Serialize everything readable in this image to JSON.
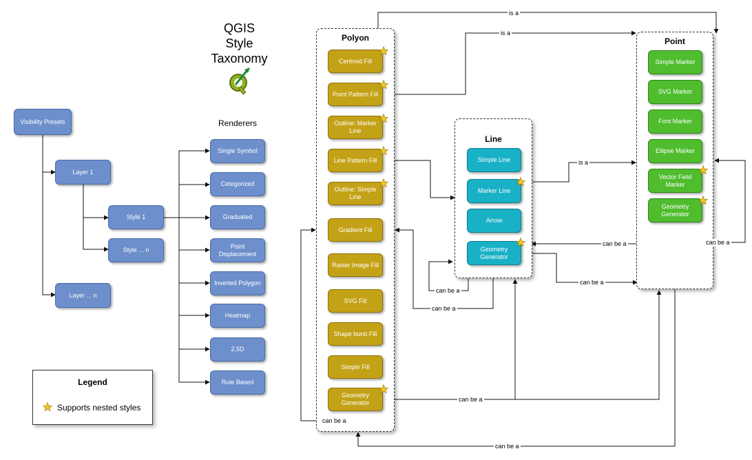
{
  "title_lines": [
    "QGIS",
    "Style",
    "Taxonomy"
  ],
  "logo_icon": "qgis-logo-icon",
  "renderers_heading": "Renderers",
  "hierarchy": {
    "visibility_presets": "Visibility Presets",
    "layer_1": "Layer 1",
    "layer_n": "Layer ... n",
    "style_1": "Style 1",
    "style_n": "Style ... n"
  },
  "renderers": [
    "Single Symbol",
    "Cetegorized",
    "Graduated",
    "Point Displacement",
    "Inverted Polygon",
    "Heatmap",
    "2.5D",
    "Rule Based"
  ],
  "polygon_group": {
    "title": "Polyon",
    "items": [
      "Centroid Fill",
      "Point Pattern Fill",
      "Outline: Marker Line",
      "Line Pattern Fill",
      "Outline: Simple Line",
      "Gradient Fill",
      "Raster Image Fill",
      "SVG Fill",
      "Shape burst Fill",
      "Simple Fill",
      "Geometry Generator"
    ]
  },
  "line_group": {
    "title": "Line",
    "items": [
      "Simple Line",
      "Marker Line",
      "Arrow",
      "Geometry Generator"
    ]
  },
  "point_group": {
    "title": "Point",
    "items": [
      "Simple Marker",
      "SVG Marker",
      "Font Marker",
      "Ellipse Marker",
      "Vector Field Marker",
      "Geometry Generator"
    ]
  },
  "relations": {
    "is_a": "is a",
    "can_be_a": "can be a"
  },
  "legend": {
    "title": "Legend",
    "star_label": "Supports nested styles"
  },
  "colors": {
    "style_blue": "#6d8fcc",
    "polygon_gold": "#c4a217",
    "line_cyan": "#19b1c6",
    "point_green": "#4fbd2e",
    "star_yellow": "#f3c623"
  }
}
